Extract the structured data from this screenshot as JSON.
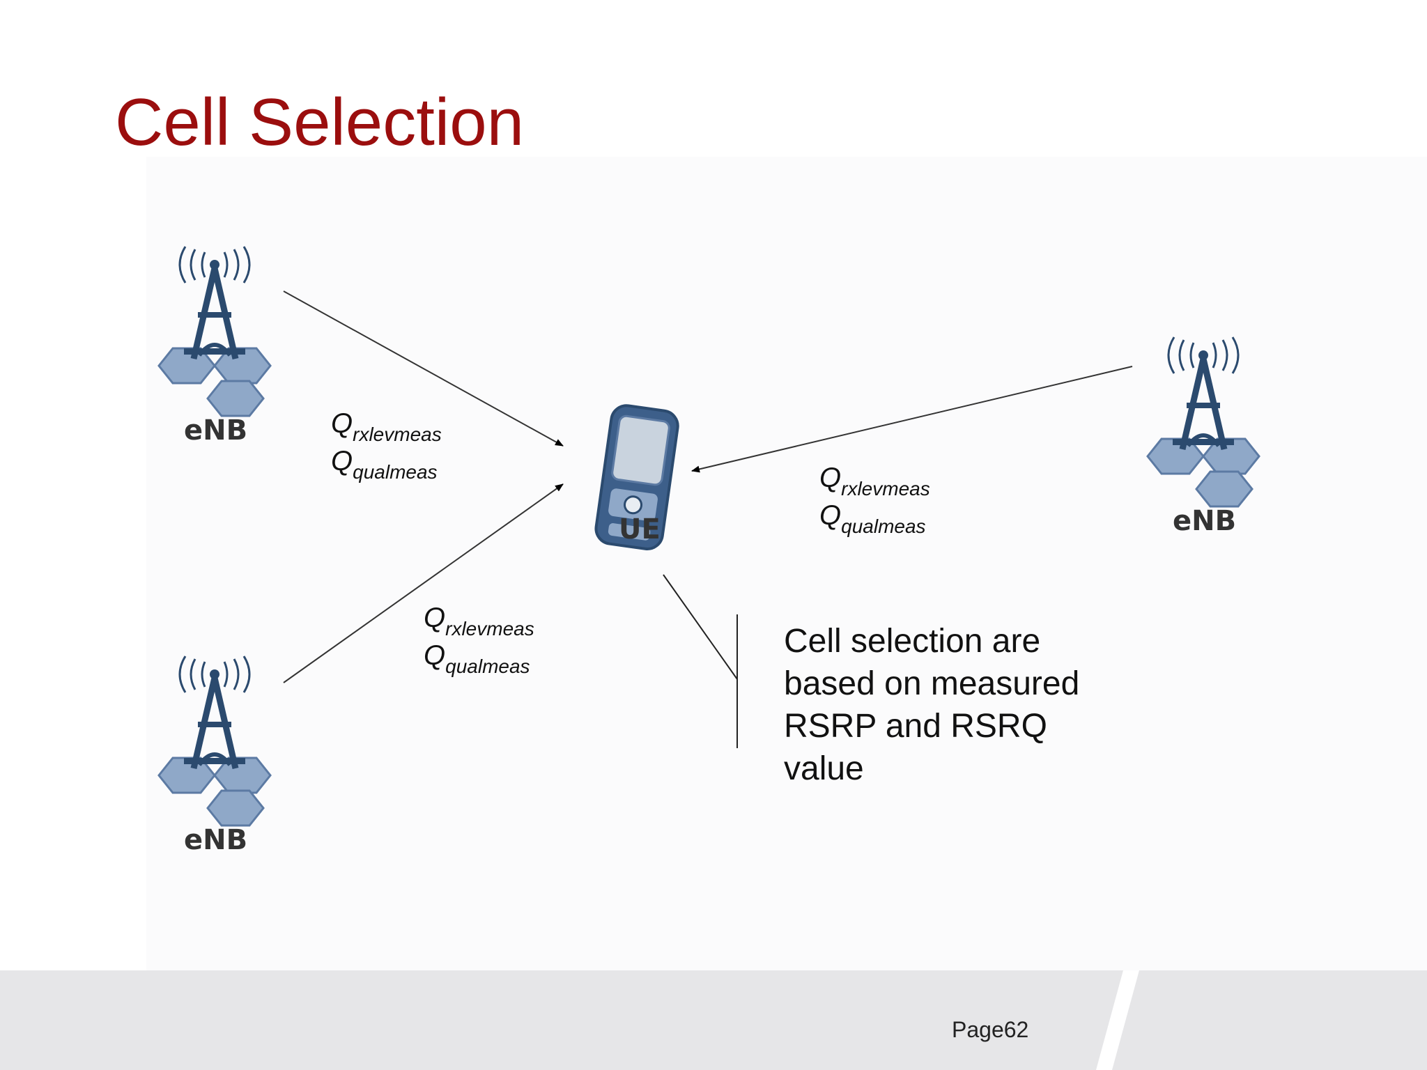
{
  "slide": {
    "title": "Cell Selection",
    "page": "Page62"
  },
  "diagram": {
    "enb_label": "eNB",
    "ue_label": "UE",
    "measurements": {
      "q_symbol": "Q",
      "rxlev_sub": "rxlevmeas",
      "qual_sub": "qualmeas"
    },
    "note_lines": [
      "Cell selection are",
      "based on measured",
      "RSRP and RSRQ",
      "value"
    ]
  },
  "colors": {
    "title": "#9b0e0e",
    "tower": "#2b4a6e",
    "hex_fill": "#8fa8c8",
    "hex_stroke": "#5c7aa3",
    "footer": "#e6e6e8"
  }
}
